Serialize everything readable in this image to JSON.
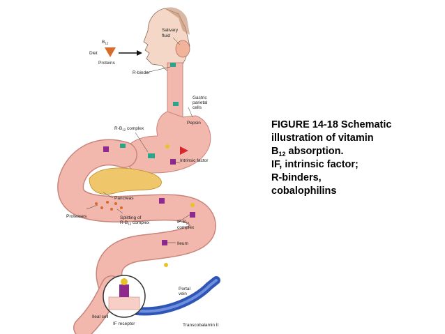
{
  "caption": {
    "line1": "FIGURE 14-18  Schematic",
    "line2": "illustration of vitamin",
    "line3_pre": "B",
    "line3_sub": "12",
    "line3_post": " absorption.",
    "line4": "IF, intrinsic factor;",
    "line5": "R-binders,",
    "line6": "cobalophilins"
  },
  "labels": {
    "b12": "B",
    "b12_sub": "12",
    "diet": "Diet",
    "proteins": "Proteins",
    "salivary1": "Salivary",
    "salivary2": "fluid",
    "rbinder": "R-binder",
    "gastric1": "Gastric",
    "gastric2": "parietal",
    "gastric3": "cells",
    "pepsin": "Pepsin",
    "rb12complex_pre": "R-B",
    "rb12complex_sub": "12",
    "rb12complex_post": " complex",
    "intrinsic": "Intrinsic factor",
    "pancreas": "Pancreas",
    "proteases": "Proteases",
    "splitting1": "Splitting of",
    "splitting2_pre": "R-B",
    "splitting2_sub": "12",
    "splitting2_post": " complex",
    "ifb12_pre": "IF-B",
    "ifb12_sub": "12",
    "ifb12_post": "complex",
    "ileum": "Ileum",
    "portal1": "Portal",
    "portal2": "vein",
    "ilealcell": "Ileal cell",
    "ifreceptor": "IF receptor",
    "transcobalamin": "Transcobalamin II"
  },
  "colors": {
    "gut": "#f2b8ae",
    "gut_edge": "#c9847b",
    "pancreas": "#f0c66a",
    "vein": "#2f55b5",
    "rbinder": "#2aa58c",
    "intrinsic_factor": "#8e2a8e",
    "b12": "#e8c227"
  }
}
